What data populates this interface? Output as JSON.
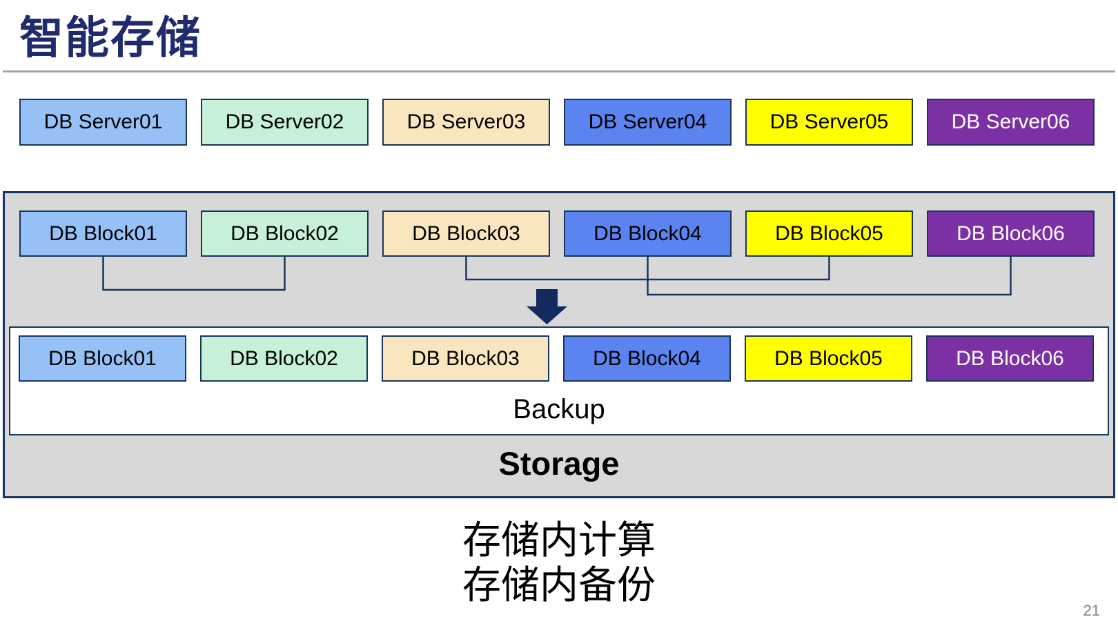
{
  "page": {
    "title": "智能存储",
    "caption_lines": [
      "存储内计算",
      "存储内备份"
    ],
    "page_number": "21"
  },
  "colors": {
    "title_navy": "#1F2B6C",
    "box_border_navy": "#17365D",
    "arrow_navy": "#132A60",
    "connector_navy": "#17365D",
    "storage_container_fill": "#D8D8D8",
    "divider_gray": "#A6A6A6",
    "page_number_gray": "#808080",
    "box_palette": [
      "#96C1F7",
      "#C7F0D8",
      "#FAE6BE",
      "#5B84F1",
      "#FFFF00",
      "#7B30A4"
    ]
  },
  "server_row": [
    {
      "label": "DB Server01",
      "color": "#96C1F7",
      "text_color": "#000000"
    },
    {
      "label": "DB Server02",
      "color": "#C7F0D8",
      "text_color": "#000000"
    },
    {
      "label": "DB Server03",
      "color": "#FAE6BE",
      "text_color": "#000000"
    },
    {
      "label": "DB Server04",
      "color": "#5B84F1",
      "text_color": "#000000"
    },
    {
      "label": "DB Server05",
      "color": "#FFFF00",
      "text_color": "#000000"
    },
    {
      "label": "DB Server06",
      "color": "#7B30A4",
      "text_color": "#FFFFFF"
    }
  ],
  "storage": {
    "label": "Storage",
    "backup_label": "Backup",
    "arrow": "down",
    "source_blocks": [
      {
        "label": "DB Block01",
        "color": "#96C1F7",
        "text_color": "#000000"
      },
      {
        "label": "DB Block02",
        "color": "#C7F0D8",
        "text_color": "#000000"
      },
      {
        "label": "DB Block03",
        "color": "#FAE6BE",
        "text_color": "#000000"
      },
      {
        "label": "DB Block04",
        "color": "#5B84F1",
        "text_color": "#000000"
      },
      {
        "label": "DB Block05",
        "color": "#FFFF00",
        "text_color": "#000000"
      },
      {
        "label": "DB Block06",
        "color": "#7B30A4",
        "text_color": "#FFFFFF"
      }
    ],
    "backup_blocks": [
      {
        "label": "DB Block01",
        "color": "#96C1F7",
        "text_color": "#000000"
      },
      {
        "label": "DB Block02",
        "color": "#C7F0D8",
        "text_color": "#000000"
      },
      {
        "label": "DB Block03",
        "color": "#FAE6BE",
        "text_color": "#000000"
      },
      {
        "label": "DB Block04",
        "color": "#5B84F1",
        "text_color": "#000000"
      },
      {
        "label": "DB Block05",
        "color": "#FFFF00",
        "text_color": "#000000"
      },
      {
        "label": "DB Block06",
        "color": "#7B30A4",
        "text_color": "#FFFFFF"
      }
    ],
    "connections": [
      {
        "from": "DB Block01",
        "to": "DB Block02"
      },
      {
        "from": "DB Block03",
        "to": "DB Block05"
      },
      {
        "from": "DB Block04",
        "to": "DB Block06"
      }
    ]
  }
}
